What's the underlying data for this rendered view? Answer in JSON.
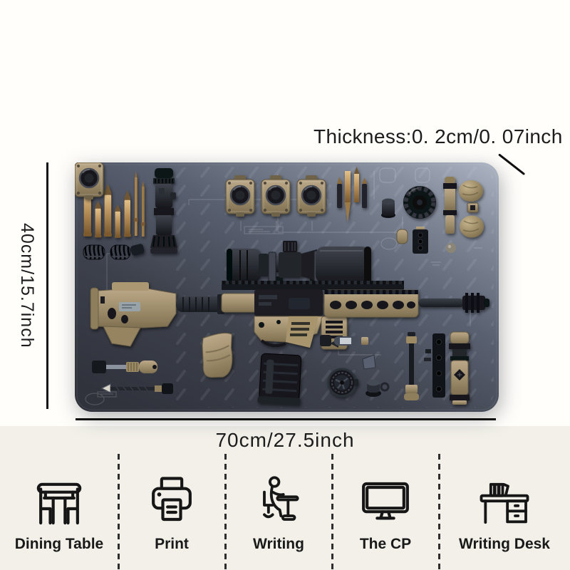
{
  "dimensions": {
    "thickness": "Thickness:0. 2cm/0. 07inch",
    "height": "40cm/15.7inch",
    "width": "70cm/27.5inch"
  },
  "mat": {
    "description": "dark gray flat-lay mat with disassembled tan rifle, scope, magazine, ammunition, pouches and tools over faint white printed schematic",
    "depicted_items": [
      "rifle buttstock",
      "lower receiver",
      "handguard and barrel",
      "rifle scope",
      "magazine",
      "pistol grip",
      "bullets",
      "grenade pouches",
      "cleaning tools",
      "springs",
      "gauge"
    ]
  },
  "features": [
    {
      "icon": "dining-table-icon",
      "label": "Dining Table"
    },
    {
      "icon": "printer-icon",
      "label": "Print"
    },
    {
      "icon": "writing-icon",
      "label": "Writing"
    },
    {
      "icon": "monitor-icon",
      "label": "The CP"
    },
    {
      "icon": "writing-desk-icon",
      "label": "Writing Desk"
    }
  ],
  "colors": {
    "mat_dark": "#30333c",
    "mat_light": "#aeb6c4",
    "tan": "#9d8c6a",
    "brass": "#b9905a",
    "annotation_line": "#0f0f0f",
    "background_top": "#fffefb",
    "background_bottom": "#f2f0e9"
  }
}
